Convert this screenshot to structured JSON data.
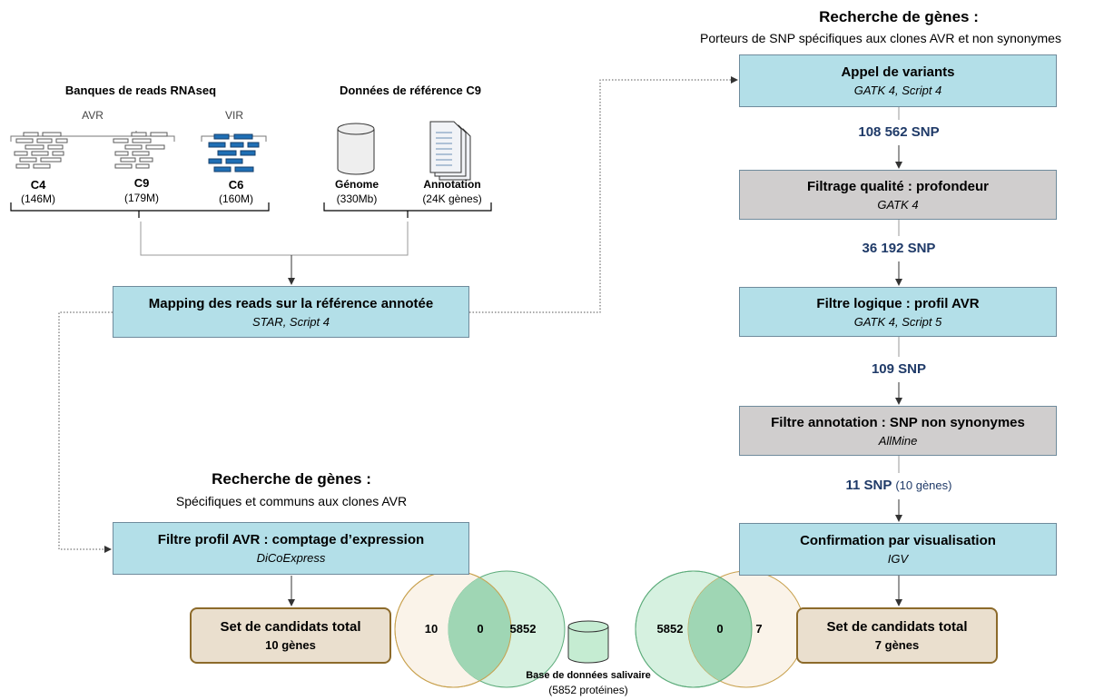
{
  "left_sources": {
    "banques_title": "Banques de reads RNAseq",
    "avr_label": "AVR",
    "vir_label": "VIR",
    "libraries": [
      {
        "name": "C4",
        "size": "(146M)"
      },
      {
        "name": "C9",
        "size": "(179M)"
      },
      {
        "name": "C6",
        "size": "(160M)"
      }
    ],
    "reference_title": "Données de référence C9",
    "genome": {
      "name": "Génome",
      "size": "(330Mb)"
    },
    "annotation": {
      "name": "Annotation",
      "size": "(24K gènes)"
    }
  },
  "mapping": {
    "title": "Mapping des reads sur la référence annotée",
    "subtitle": "STAR, Script 4"
  },
  "left_search": {
    "heading": "Recherche de gènes :",
    "subheading": "Spécifiques et communs aux clones AVR",
    "filter": {
      "title": "Filtre profil AVR : comptage d’expression",
      "subtitle": "DiCoExpress"
    },
    "result": {
      "title": "Set de candidats total",
      "subtitle": "10 gènes"
    },
    "venn": {
      "left": "10",
      "overlap": "0",
      "right": "5852"
    }
  },
  "right_search": {
    "heading": "Recherche de gènes :",
    "subheading": "Porteurs de SNP spécifiques aux clones AVR et non synonymes",
    "steps": [
      {
        "title": "Appel de variants",
        "subtitle": "GATK 4, Script 4",
        "color": "blue"
      },
      {
        "title": "Filtrage qualité : profondeur",
        "subtitle": "GATK 4",
        "color": "gray"
      },
      {
        "title": "Filtre logique : profil AVR",
        "subtitle": "GATK 4, Script 5",
        "color": "blue"
      },
      {
        "title": "Filtre annotation : SNP non synonymes",
        "subtitle": "AllMine",
        "color": "gray"
      },
      {
        "title": "Confirmation par visualisation",
        "subtitle": "IGV",
        "color": "blue"
      }
    ],
    "counts": [
      {
        "main": "108 562 SNP",
        "extra": ""
      },
      {
        "main": "36 192 SNP",
        "extra": ""
      },
      {
        "main": "109 SNP",
        "extra": ""
      },
      {
        "main": "11 SNP",
        "extra": "(10 gènes)"
      }
    ],
    "result": {
      "title": "Set de candidats total",
      "subtitle": "7 gènes"
    },
    "venn": {
      "left": "5852",
      "overlap": "0",
      "right": "7"
    }
  },
  "database": {
    "title": "Base de données salivaire",
    "subtitle": "(5852 protéines)"
  },
  "colors": {
    "blue_box": "#b3dfe8",
    "gray_box": "#d0cece",
    "result_box": "#eadfce",
    "result_border": "#8c6a2a",
    "snp_text": "#1f3a68",
    "read_light": "#5a5a5a",
    "read_vir": "#1f6fb5"
  }
}
